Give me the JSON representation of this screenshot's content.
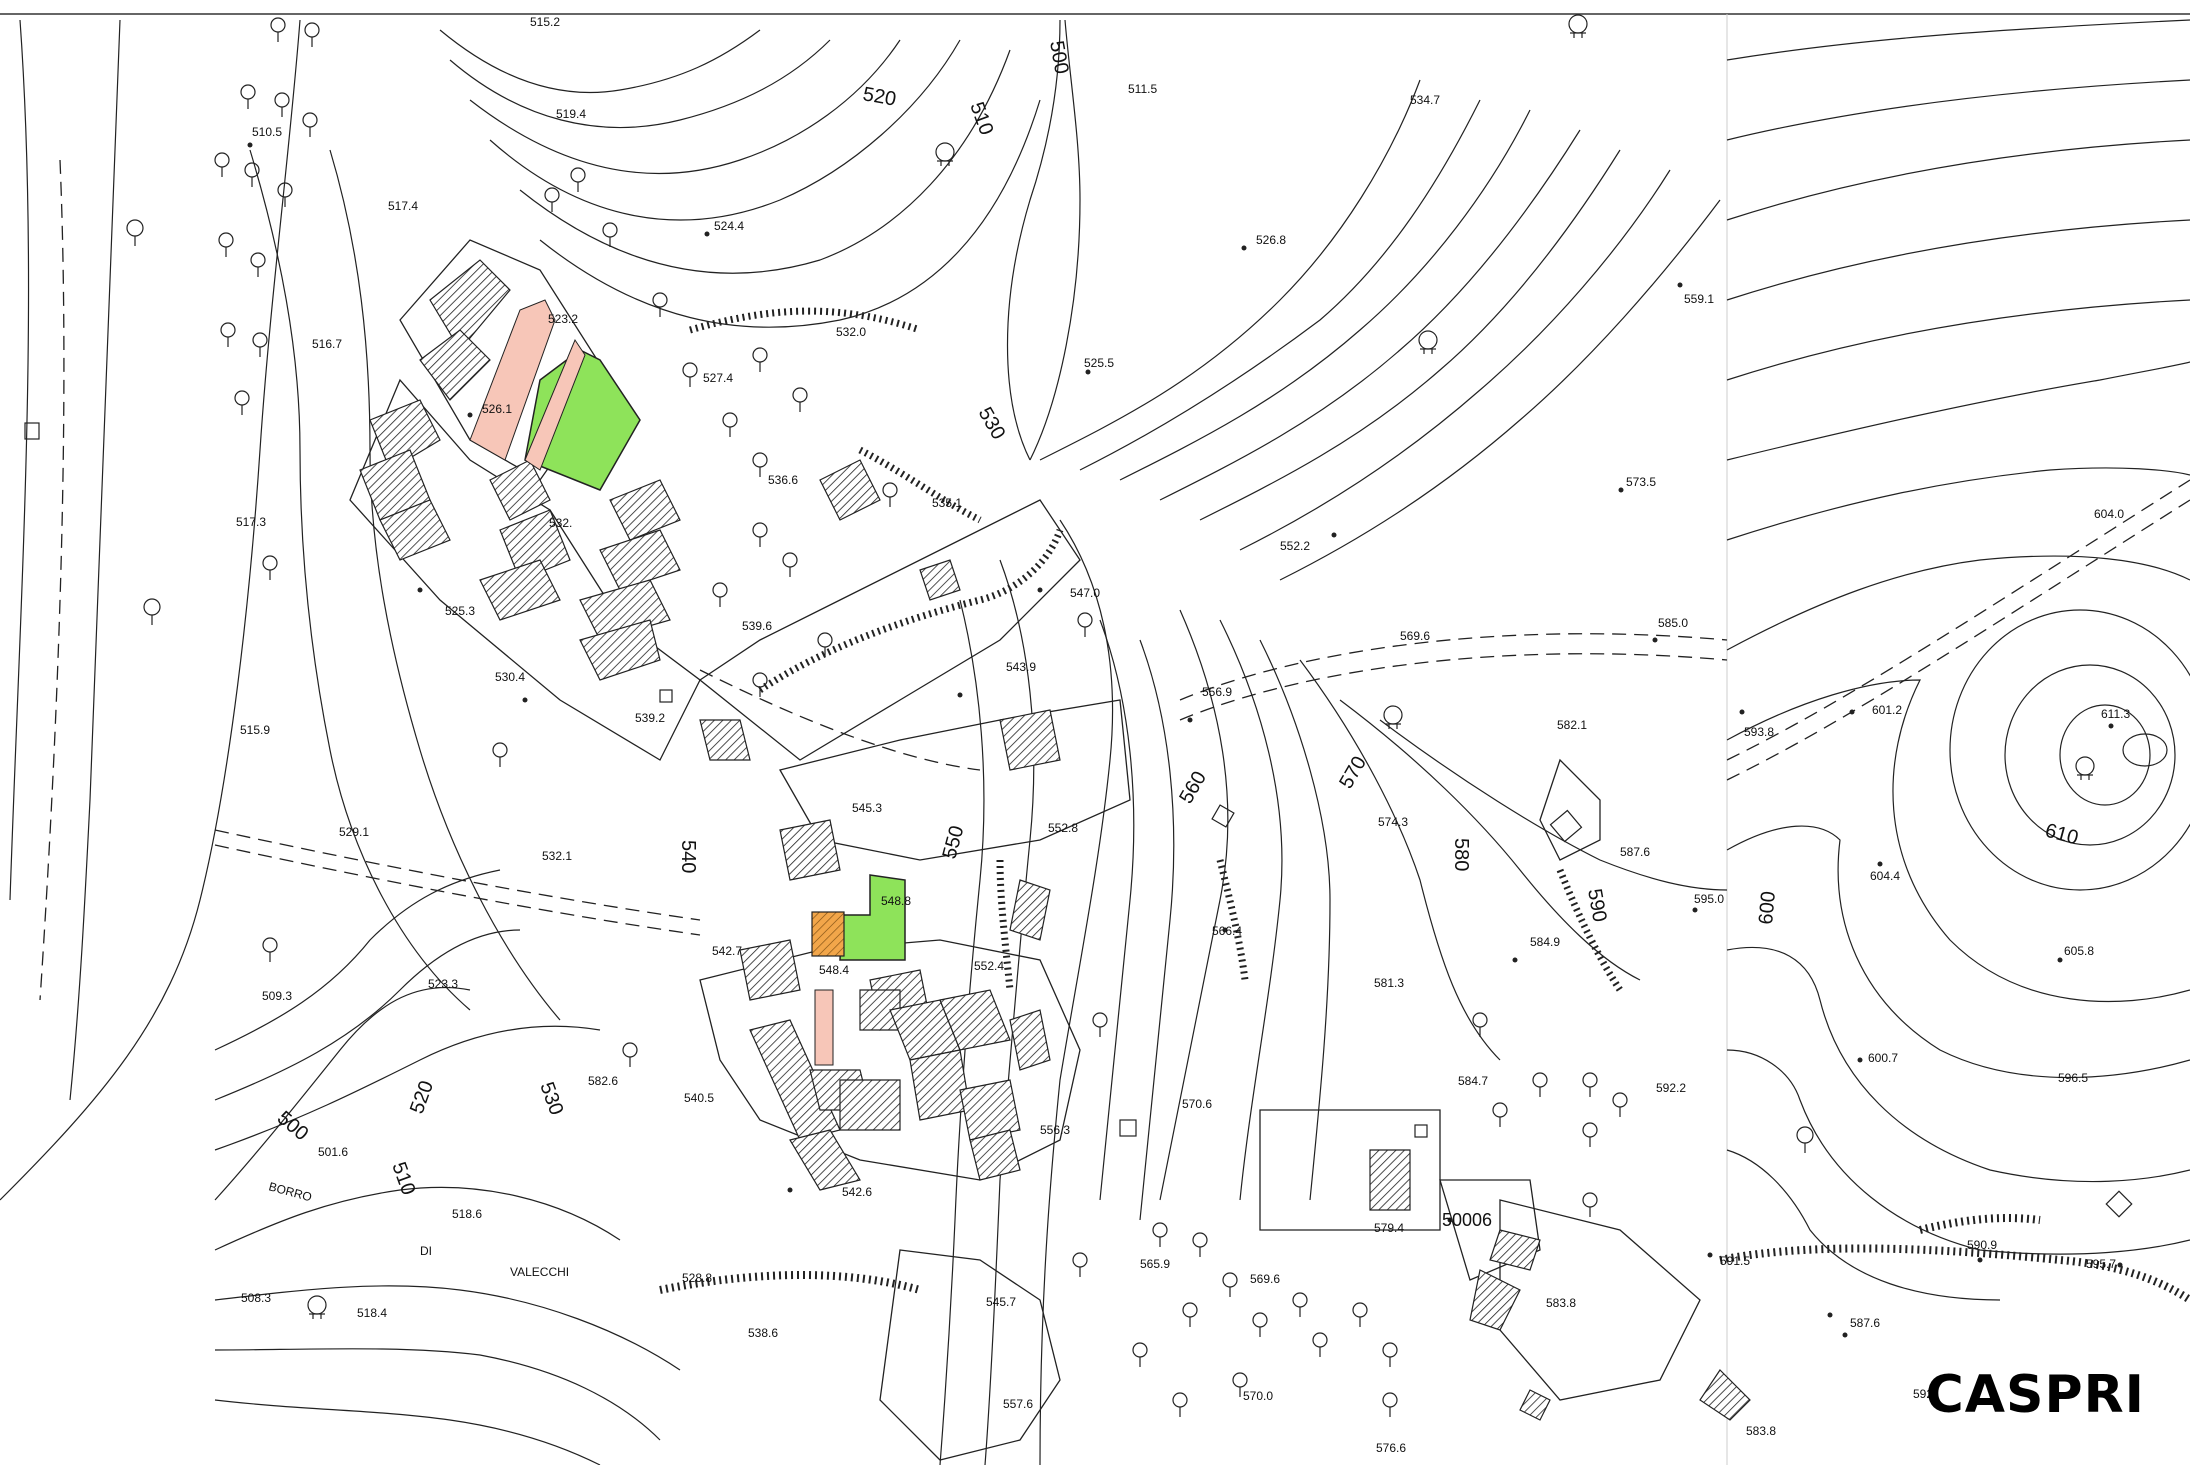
{
  "map": {
    "title": "CASPRI",
    "parcel_code": "50006",
    "place_labels": [
      "BORRO",
      "DI",
      "VALECCHI"
    ],
    "colors": {
      "green_parcel": "#8ee35a",
      "pink_parcel": "#f7c6b8",
      "orange_parcel": "#f2a64a",
      "linework": "#222222"
    },
    "spot_heights": [
      "515.2",
      "519.4",
      "520",
      "510",
      "500",
      "511.5",
      "534.7",
      "510.5",
      "517.4",
      "524.4",
      "526.8",
      "559.1",
      "523.2",
      "516.7",
      "532.0",
      "527.4",
      "525.5",
      "526.1",
      "530",
      "573.5",
      "536.6",
      "535.1",
      "604.0",
      "517.3",
      "532.",
      "552.2",
      "525.3",
      "547.0",
      "539.6",
      "585.0",
      "569.6",
      "530.4",
      "543.9",
      "556.9",
      "539.2",
      "515.9",
      "611.3",
      "601.2",
      "593.8",
      "582.1",
      "560",
      "570",
      "574.3",
      "580",
      "545.3",
      "610",
      "552.8",
      "529.1",
      "532.1",
      "540",
      "550",
      "587.6",
      "604.4",
      "548.8",
      "595.0",
      "590",
      "600",
      "542.7",
      "548.4",
      "566.4",
      "584.9",
      "552.4",
      "605.8",
      "581.3",
      "509.3",
      "523.3",
      "600.7",
      "596.5",
      "582.6",
      "584.7",
      "592.2",
      "540.5",
      "520",
      "530",
      "570.6",
      "556.3",
      "500",
      "501.6",
      "510",
      "542.6",
      "518.6",
      "579.4",
      "591.5",
      "590.9",
      "595.7",
      "565.9",
      "528.8",
      "569.6",
      "508.3",
      "518.4",
      "545.7",
      "583.8",
      "538.6",
      "587.6",
      "570.0",
      "557.6",
      "576.6",
      "583.8",
      "592."
    ]
  }
}
